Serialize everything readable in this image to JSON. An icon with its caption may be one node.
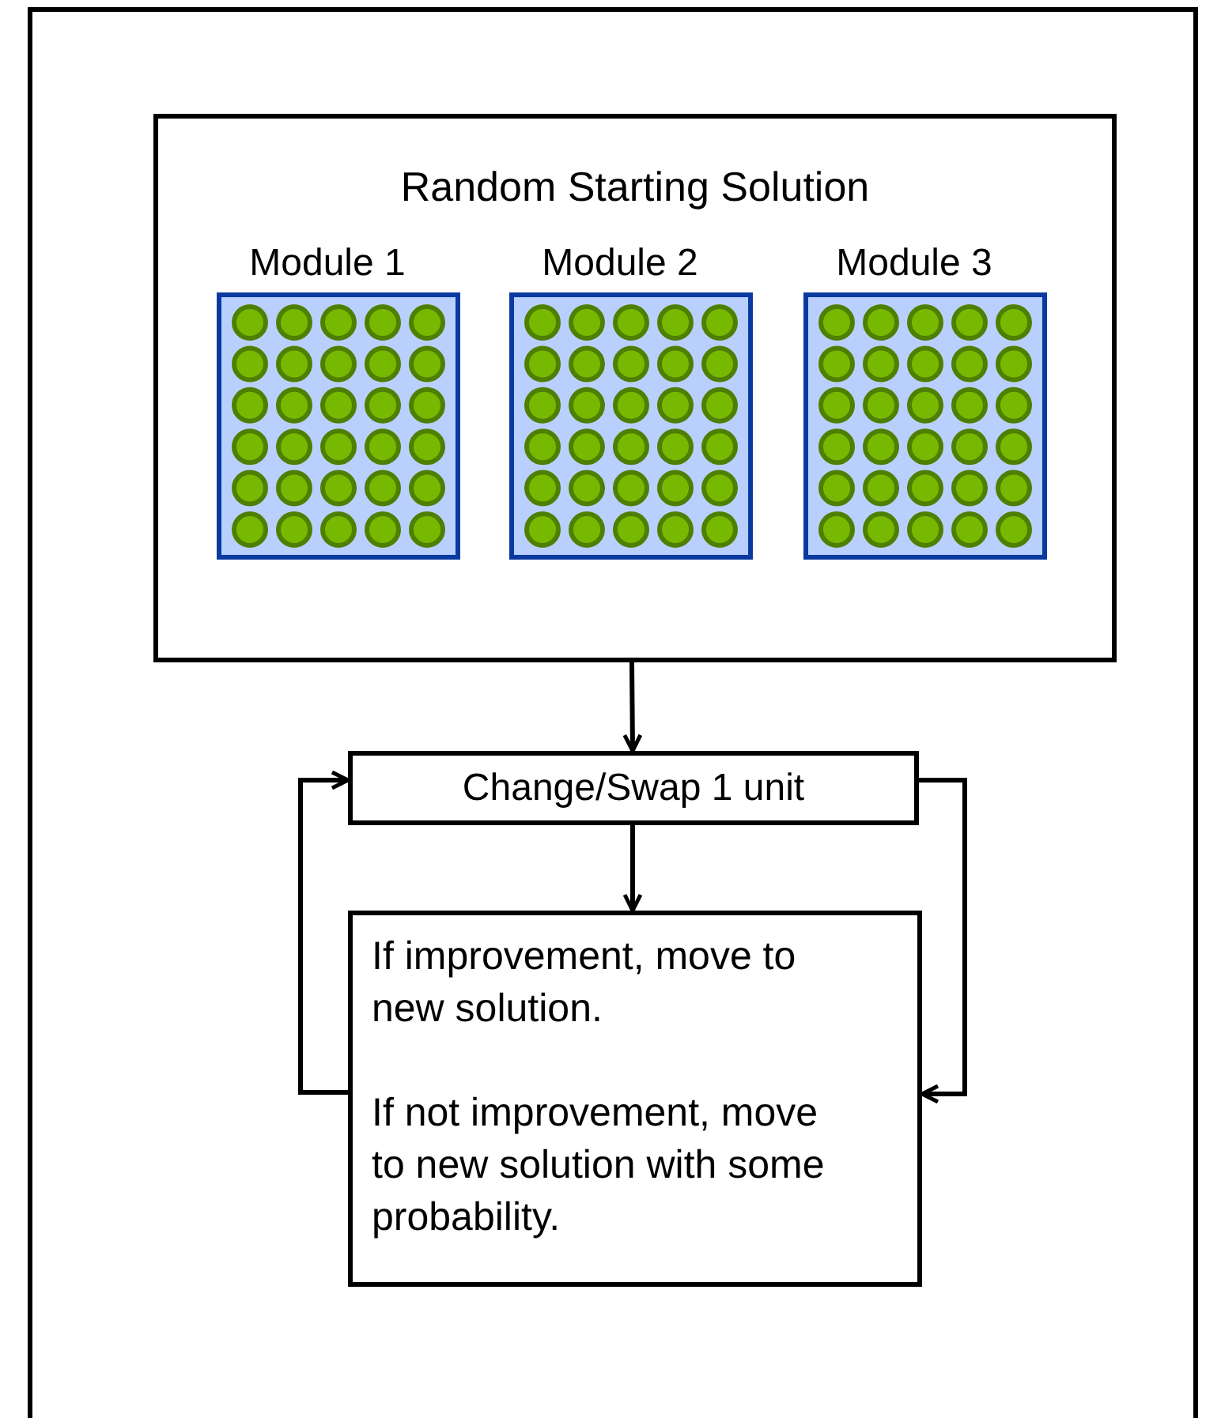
{
  "diagram": {
    "nodes": [
      {
        "text": [
          "Random Starting Solution"
        ]
      },
      {
        "text": [
          "Module 1"
        ],
        "in": 0
      },
      {
        "text": [
          "Module 2"
        ],
        "in": 0
      },
      {
        "text": [
          "Module 3"
        ],
        "in": 0
      },
      {
        "text": [
          "Change/Swap 1 unit"
        ]
      },
      {
        "text": [
          "If improvement, move to new solution.",
          "If not improvement, move to new solution with some probability."
        ]
      }
    ],
    "edges": [
      {
        "from": 0,
        "to": 4,
        "arrow": "to"
      },
      {
        "from": 4,
        "to": 5,
        "arrow": "to"
      },
      {
        "from": 5,
        "to": 4,
        "arrow": "to"
      },
      {
        "from": 4,
        "to": 5,
        "arrow": "to"
      }
    ]
  }
}
